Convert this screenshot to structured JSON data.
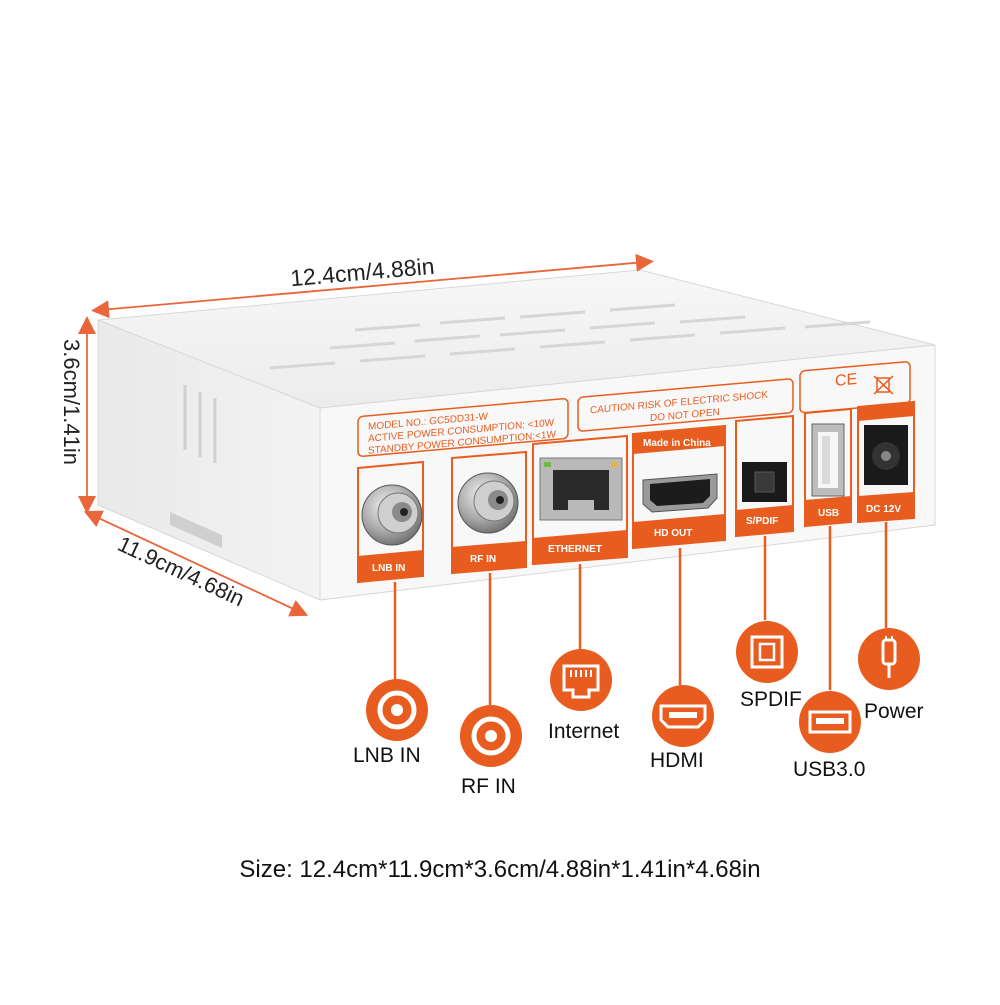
{
  "dimensions": {
    "width": "12.4cm/4.88in",
    "height": "3.6cm/1.41in",
    "depth": "11.9cm/4.68in"
  },
  "panel": {
    "model_line": "MODEL NO.: GC5DD31-W",
    "active_power": "ACTIVE POWER CONSUMPTION: <10W",
    "standby_power": "STANDBY POWER CONSUMPTION:<1W",
    "caution_line1": "CAUTION RISK OF ELECTRIC SHOCK",
    "caution_line2": "DO NOT OPEN",
    "made_in": "Made in China",
    "ce_mark": "CE",
    "ports": {
      "lnb": "LNB IN",
      "rf": "RF IN",
      "ethernet": "ETHERNET",
      "hd_out": "HD OUT",
      "spdif": "S/PDIF",
      "usb": "USB",
      "dc": "DC 12V"
    }
  },
  "callouts": {
    "lnb": "LNB IN",
    "rf": "RF IN",
    "internet": "Internet",
    "hdmi": "HDMI",
    "spdif": "SPDIF",
    "usb": "USB3.0",
    "power": "Power"
  },
  "size_text": "Size: 12.4cm*11.9cm*3.6cm/4.88in*1.41in*4.68in",
  "colors": {
    "accent": "#e85d1f",
    "body": "#f4f4f4",
    "arrow": "#e8663a"
  }
}
